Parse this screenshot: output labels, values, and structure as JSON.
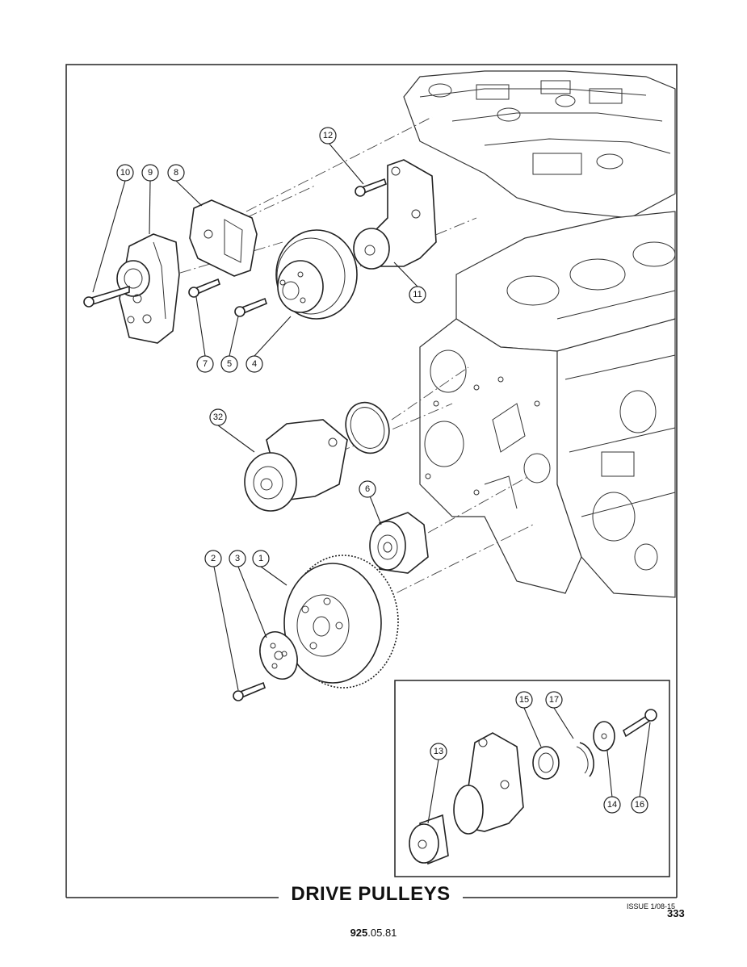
{
  "title": "DRIVE PULLEYS",
  "issue": "ISSUE 1/08-15",
  "page_number": "333",
  "doc_ref": {
    "bold": "925",
    "rest": ".05.81"
  },
  "callouts": {
    "c10": "10",
    "c9": "9",
    "c8": "8",
    "c12": "12",
    "c11": "11",
    "c7": "7",
    "c5": "5",
    "c4": "4",
    "c32": "32",
    "c6": "6",
    "c2": "2",
    "c3": "3",
    "c1": "1",
    "c15": "15",
    "c17": "17",
    "c13": "13",
    "c14": "14",
    "c16": "16"
  }
}
